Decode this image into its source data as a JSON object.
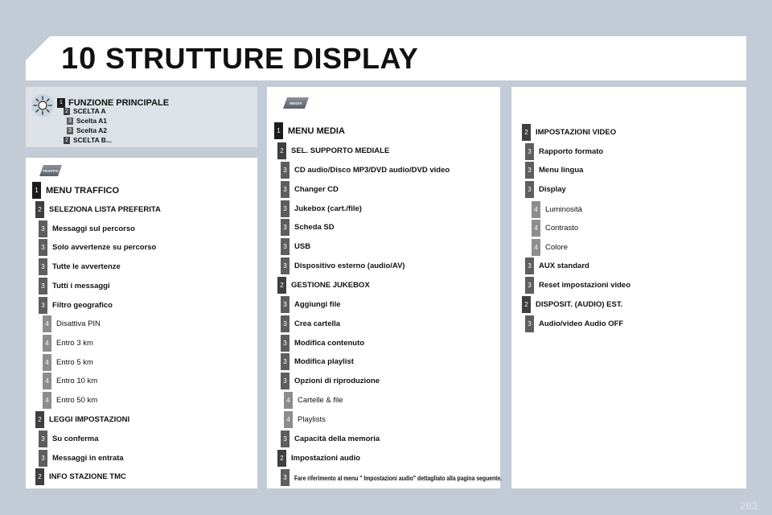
{
  "header": {
    "chapter_number": "10",
    "title": "STRUTTURE DISPLAY"
  },
  "legend": {
    "icon": "sun-icon",
    "items": [
      {
        "level": "1",
        "label": "FUNZIONE PRINCIPALE"
      },
      {
        "level": "2",
        "label": "SCELTA A"
      },
      {
        "level": "3",
        "label": "Scelta A1"
      },
      {
        "level": "3",
        "label": "Scelta A2"
      },
      {
        "level": "2",
        "label": "SCELTA B..."
      }
    ]
  },
  "traffic": {
    "button_label": "TRAFFIC",
    "items": [
      {
        "level": "1",
        "label": "MENU TRAFFICO"
      },
      {
        "level": "2",
        "label": "SELEZIONA LISTA PREFERITA"
      },
      {
        "level": "3",
        "label": "Messaggi sul percorso"
      },
      {
        "level": "3",
        "label": "Solo avvertenze su percorso"
      },
      {
        "level": "3",
        "label": "Tutte le avvertenze"
      },
      {
        "level": "3",
        "label": "Tutti i messaggi"
      },
      {
        "level": "3",
        "label": "Filtro geografico"
      },
      {
        "level": "4",
        "label": "Disattiva PIN"
      },
      {
        "level": "4",
        "label": "Entro 3 km"
      },
      {
        "level": "4",
        "label": "Entro 5 km"
      },
      {
        "level": "4",
        "label": "Entro 10 km"
      },
      {
        "level": "4",
        "label": "Entro 50 km"
      },
      {
        "level": "2",
        "label": "LEGGI IMPOSTAZIONI"
      },
      {
        "level": "3",
        "label": "Su conferma"
      },
      {
        "level": "3",
        "label": "Messaggi in entrata"
      },
      {
        "level": "2",
        "label": "INFO STAZIONE TMC"
      }
    ]
  },
  "media": {
    "button_label": "MEDIA",
    "items": [
      {
        "level": "1",
        "label": "MENU MEDIA"
      },
      {
        "level": "2",
        "label": "SEL. SUPPORTO MEDIALE"
      },
      {
        "level": "3",
        "label": "CD audio/Disco MP3/DVD audio/DVD video"
      },
      {
        "level": "3",
        "label": "Changer CD"
      },
      {
        "level": "3",
        "label": "Jukebox (cart./file)"
      },
      {
        "level": "3",
        "label": "Scheda SD"
      },
      {
        "level": "3",
        "label": "USB"
      },
      {
        "level": "3",
        "label": "Dispositivo esterno (audio/AV)"
      },
      {
        "level": "2",
        "label": "GESTIONE JUKEBOX"
      },
      {
        "level": "3",
        "label": "Aggiungi file"
      },
      {
        "level": "3",
        "label": "Crea cartella"
      },
      {
        "level": "3",
        "label": "Modifica contenuto"
      },
      {
        "level": "3",
        "label": "Modifica playlist"
      },
      {
        "level": "3",
        "label": "Opzioni di riproduzione"
      },
      {
        "level": "4",
        "label": "Cartelle & file"
      },
      {
        "level": "4",
        "label": "Playlists"
      },
      {
        "level": "3",
        "label": "Capacità della memoria"
      },
      {
        "level": "2",
        "label": "Impostazioni audio"
      },
      {
        "level": "3",
        "label": "Fare riferimento al menu \" Impostazioni audio\" dettagliato alla pagina seguente."
      }
    ]
  },
  "video": {
    "items": [
      {
        "level": "2",
        "label": "IMPOSTAZIONI VIDEO"
      },
      {
        "level": "3",
        "label": "Rapporto formato"
      },
      {
        "level": "3",
        "label": "Menu lingua"
      },
      {
        "level": "3",
        "label": "Display"
      },
      {
        "level": "4",
        "label": "Luminosità"
      },
      {
        "level": "4",
        "label": "Contrasto"
      },
      {
        "level": "4",
        "label": "Colore"
      },
      {
        "level": "3",
        "label": "AUX standard"
      },
      {
        "level": "3",
        "label": "Reset impostazioni video"
      },
      {
        "level": "2",
        "label": "DISPOSIT. (AUDIO) EST."
      },
      {
        "level": "3",
        "label": "Audio/video Audio OFF"
      }
    ]
  },
  "footer": {
    "page_number": "283"
  }
}
